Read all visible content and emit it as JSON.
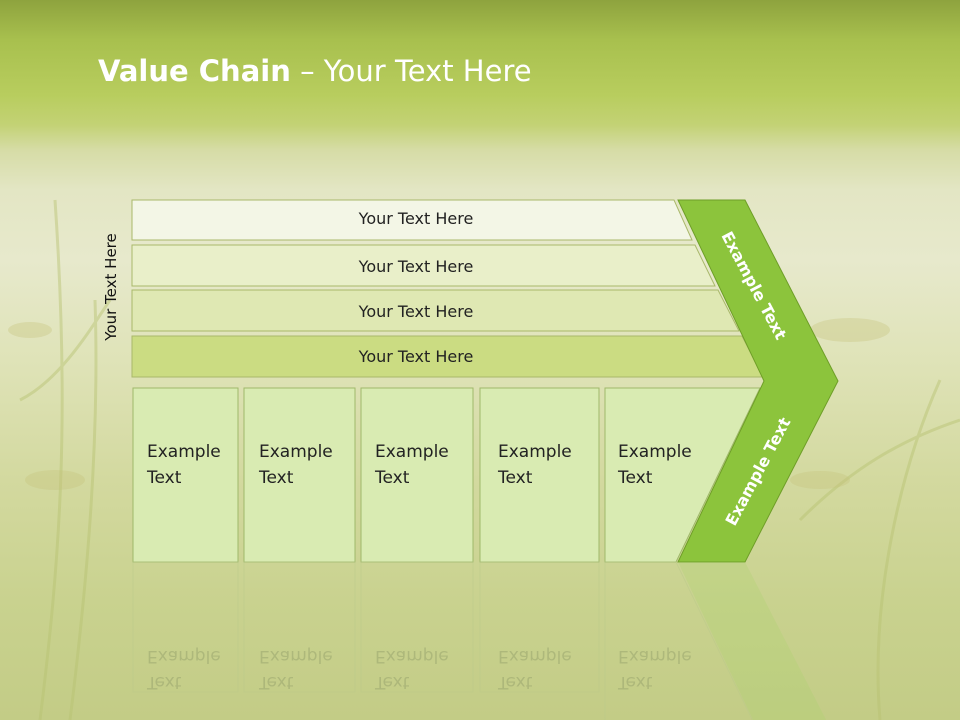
{
  "title": {
    "bold": "Value Chain",
    "rest": " – Your Text Here"
  },
  "side_label": "Your Text Here",
  "bands": [
    {
      "label": "Your Text Here"
    },
    {
      "label": "Your Text Here"
    },
    {
      "label": "Your Text Here"
    },
    {
      "label": "Your Text Here"
    }
  ],
  "boxes": [
    {
      "line1": "Example",
      "line2": "Text"
    },
    {
      "line1": "Example",
      "line2": "Text"
    },
    {
      "line1": "Example",
      "line2": "Text"
    },
    {
      "line1": "Example",
      "line2": "Text"
    },
    {
      "line1": "Example",
      "line2": "Text"
    }
  ],
  "arrow": {
    "upper": "Example Text",
    "lower": "Example Text"
  },
  "colors": {
    "arrow": "#8cc43c",
    "band1": "#f3f6e6",
    "band2": "#e9efc9",
    "band3": "#dfe8b3",
    "band4": "#cbdc82",
    "box": "#d9ebb2"
  }
}
